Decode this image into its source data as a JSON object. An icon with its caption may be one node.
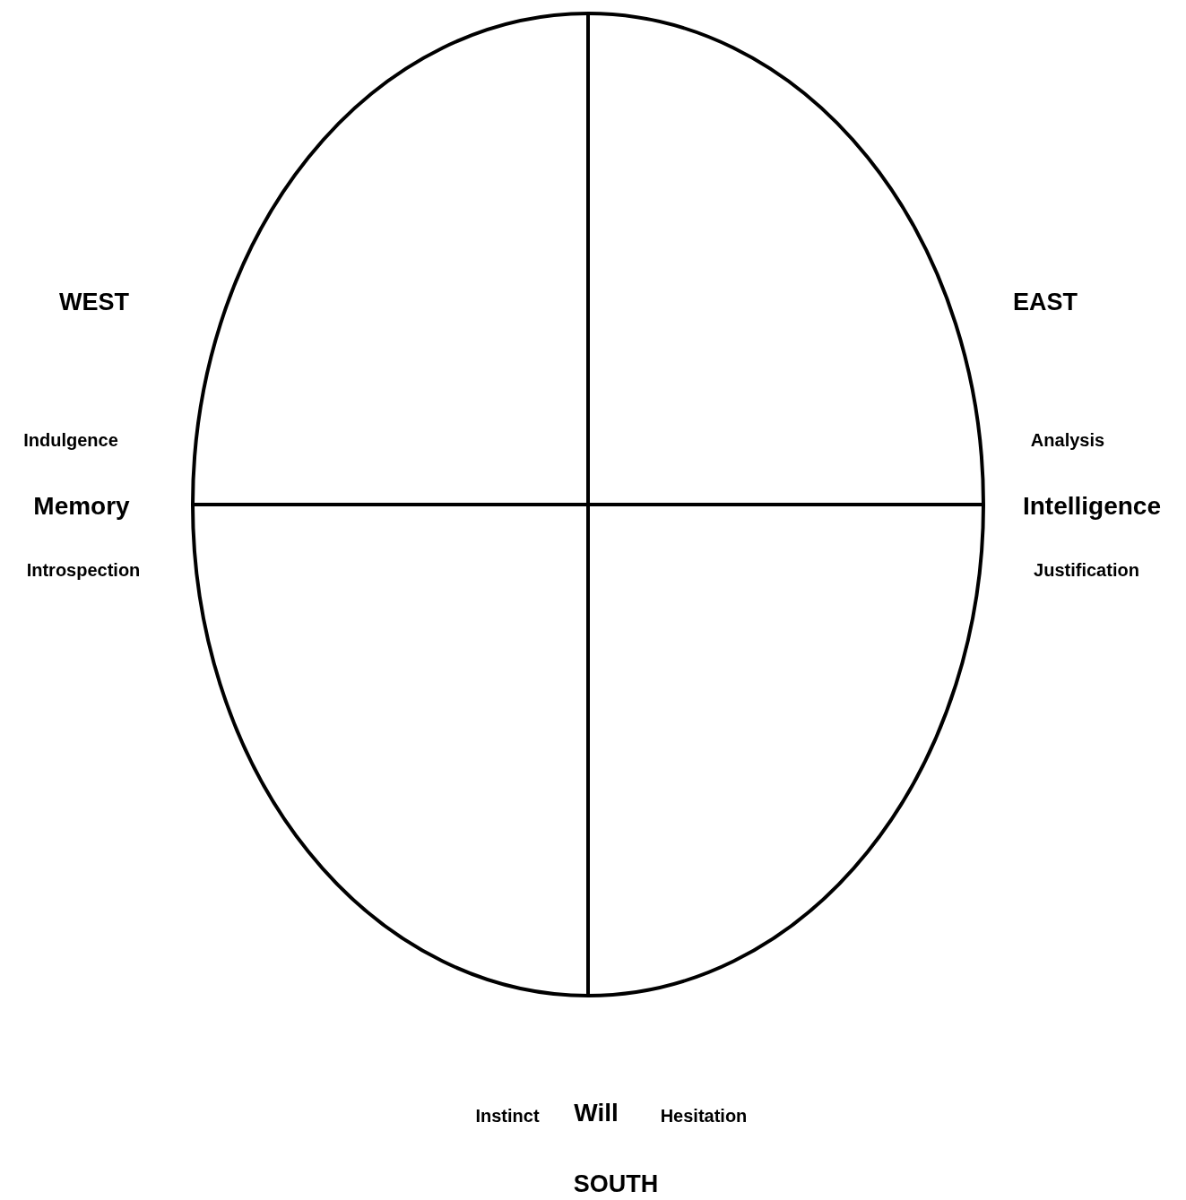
{
  "diagram": {
    "labels": [
      "WEST",
      "EAST",
      "Indulgence",
      "Analysis",
      "Memory",
      "Intelligence",
      "Introspection",
      "Justification",
      "Instinct",
      "Will",
      "Hesitation",
      "SOUTH"
    ]
  }
}
